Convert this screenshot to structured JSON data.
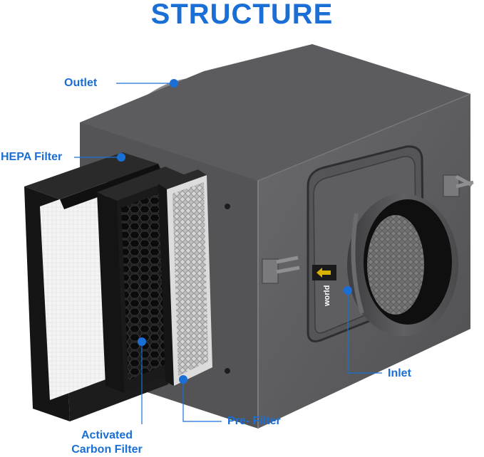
{
  "title": "STRUCTURE",
  "labels": {
    "outlet": "Outlet",
    "hepa_filter": "HEPA Filter",
    "inlet": "Inlet",
    "pre_filter": "Pre- Filter",
    "activated_carbon_filter_line1": "Activated",
    "activated_carbon_filter_line2": "Carbon Filter"
  },
  "brand_text": "world",
  "colors": {
    "accent": "#1a6fd6",
    "housing_front": "#5b5b5e",
    "housing_top": "#6a6a6d",
    "housing_side": "#4a4a4d",
    "filter_frame": "#1a1a1a"
  }
}
